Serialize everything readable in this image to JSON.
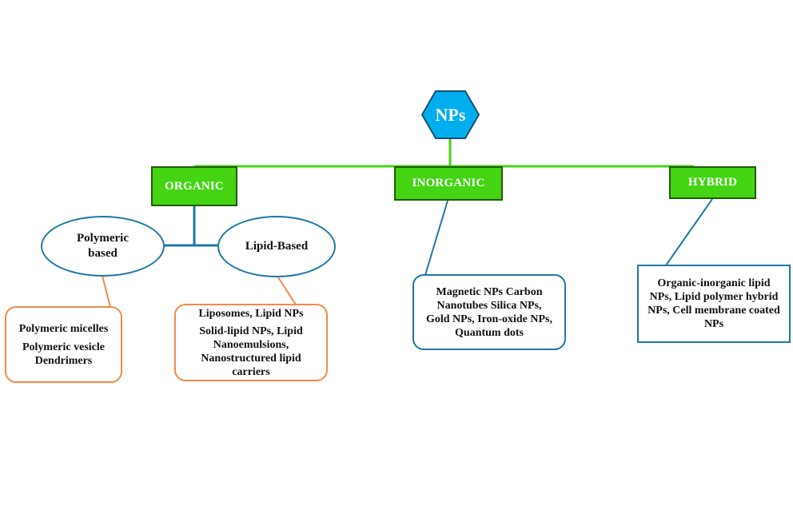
{
  "root": {
    "label": "NPs",
    "color": "#00aeef"
  },
  "categories": [
    {
      "label": "ORGANIC"
    },
    {
      "label": "INORGANIC"
    },
    {
      "label": "HYBRID"
    }
  ],
  "organic_subtypes": [
    {
      "label_line1": "Polymeric",
      "label_line2": "based"
    },
    {
      "label": "Lipid-Based"
    }
  ],
  "details": {
    "polymeric": [
      "Polymeric micelles",
      "Polymeric vesicle",
      "Dendrimers"
    ],
    "lipid": [
      "Liposomes, Lipid NPs",
      "Solid-lipid NPs, Lipid Nanoemulsions, Nanostructured lipid carriers"
    ],
    "inorganic": "Magnetic NPs Carbon Nanotubes Silica NPs, Gold NPs, Iron-oxide NPs, Quantum dots",
    "hybrid": "Organic-inorganic lipid NPs, Lipid polymer hybrid NPs, Cell membrane coated NPs"
  },
  "colors": {
    "category_fill": "#44d414",
    "category_border": "#1f5c0a",
    "connector_green": "#44d414",
    "connector_blue": "#1f77a8",
    "connector_orange": "#f08a4b"
  }
}
